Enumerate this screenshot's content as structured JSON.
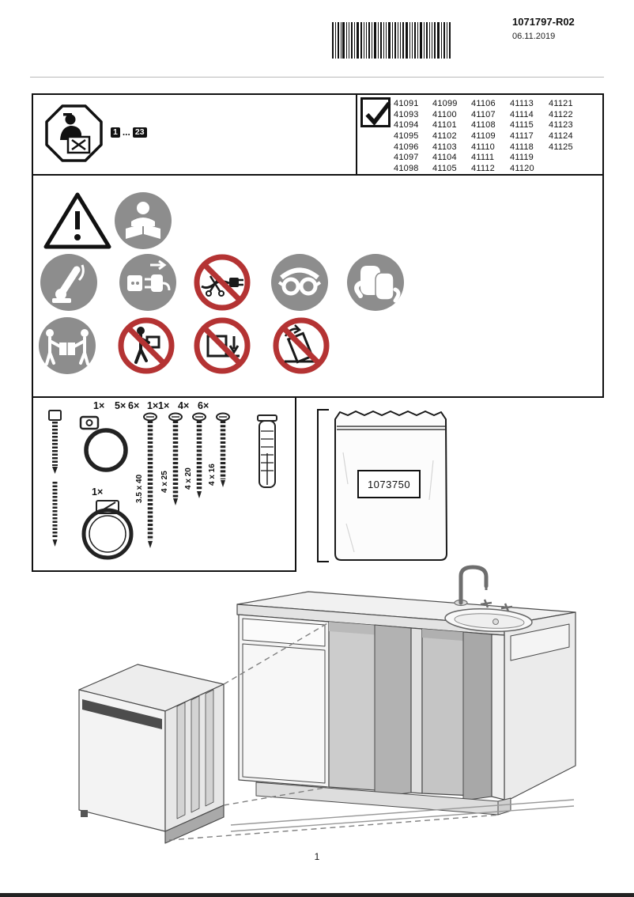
{
  "header": {
    "doc_number": "1071797-R02",
    "doc_date": "06.11.2019"
  },
  "model_box": {
    "page_start": "1",
    "page_dots": "...",
    "page_end": "23"
  },
  "models": [
    [
      "41091",
      "41093",
      "41094",
      "41095",
      "41096",
      "41097",
      "41098"
    ],
    [
      "41099",
      "41100",
      "41101",
      "41102",
      "41103",
      "41104",
      "41105"
    ],
    [
      "41106",
      "41107",
      "41108",
      "41109",
      "41110",
      "41111",
      "41112"
    ],
    [
      "41113",
      "41114",
      "41115",
      "41117",
      "41118",
      "41119",
      "41120"
    ],
    [
      "41121",
      "41122",
      "41123",
      "41124",
      "41125"
    ]
  ],
  "parts": {
    "counts": [
      "1×",
      "5×",
      "6×",
      "1×",
      "1×",
      "4×",
      "6×"
    ],
    "sizes": [
      "3.5 x 40",
      "4 x 25",
      "4 x 20",
      "4 x 16"
    ],
    "clamp_count": "1×"
  },
  "bag": {
    "number": "1073750"
  },
  "footer": {
    "page": "1"
  },
  "safety_icons": [
    "warning-triangle-icon",
    "read-manual-icon",
    "switch-off-icon",
    "unplug-icon",
    "no-cut-cable-icon",
    "safety-glasses-icon",
    "protective-gloves-icon",
    "two-person-lift-icon",
    "no-single-person-carry-icon",
    "no-load-on-open-door-icon",
    "no-tilt-transport-icon"
  ],
  "colors": {
    "icon_gray": "#8d8d8d",
    "prohibition_red": "#b43333",
    "line": "#111111"
  }
}
